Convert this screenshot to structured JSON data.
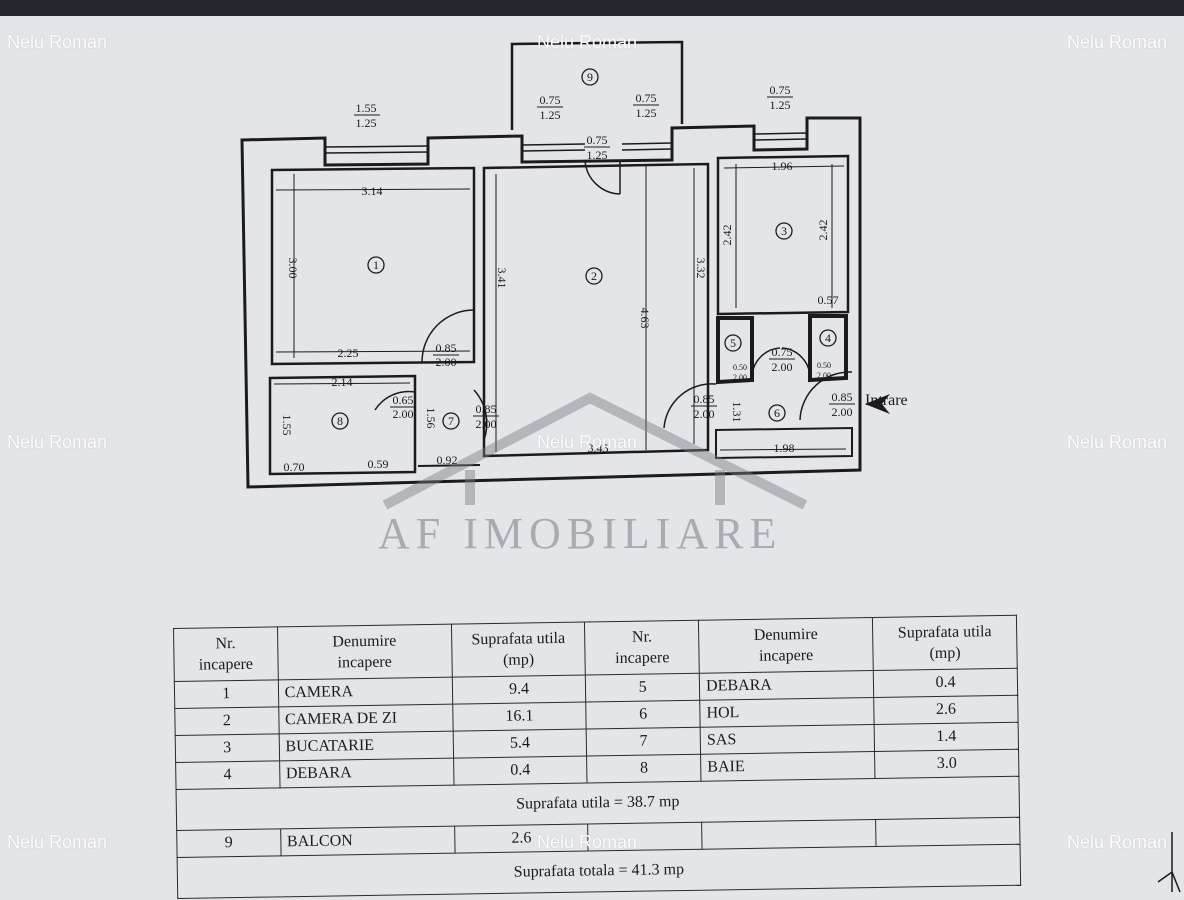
{
  "watermarks": [
    "Nelu Roman",
    "Nelu Roman",
    "Nelu Roman",
    "Nelu Roman",
    "Nelu Roman",
    "Nelu Roman",
    "Nelu Roman",
    "Nelu Roman",
    "Nelu Roman"
  ],
  "brand": "AF IMOBILIARE",
  "plan": {
    "entry_label": "Intrare",
    "room_numbers": [
      "1",
      "2",
      "3",
      "4",
      "5",
      "6",
      "7",
      "8",
      "9"
    ],
    "dims": [
      "1.55",
      "1.25",
      "0.75",
      "1.25",
      "0.75",
      "1.25",
      "0.75",
      "1.25",
      "0.75",
      "1.25",
      "3.14",
      "3.00",
      "2.25",
      "3.41",
      "4.63",
      "3.32",
      "2.42",
      "2.42",
      "1.96",
      "0.57",
      "0.85",
      "2.00",
      "0.65",
      "2.00",
      "1.56",
      "0.85",
      "2.00",
      "0.85",
      "2.00",
      "0.75",
      "2.00",
      "0.50",
      "2.00",
      "0.50",
      "2.00",
      "0.85",
      "2.00",
      "2.14",
      "1.55",
      "0.70",
      "0.59",
      "0.92",
      "3.45",
      "1.31",
      "1.98"
    ]
  },
  "table": {
    "headers": {
      "nr_1": "Nr.",
      "nr_2": "incapere",
      "den_1": "Denumire",
      "den_2": "incapere",
      "sup_1": "Suprafata utila",
      "sup_2": "(mp)"
    },
    "rows": [
      {
        "nr_a": "1",
        "name_a": "CAMERA",
        "area_a": "9.4",
        "nr_b": "5",
        "name_b": "DEBARA",
        "area_b": "0.4"
      },
      {
        "nr_a": "2",
        "name_a": "CAMERA DE ZI",
        "area_a": "16.1",
        "nr_b": "6",
        "name_b": "HOL",
        "area_b": "2.6"
      },
      {
        "nr_a": "3",
        "name_a": "BUCATARIE",
        "area_a": "5.4",
        "nr_b": "7",
        "name_b": "SAS",
        "area_b": "1.4"
      },
      {
        "nr_a": "4",
        "name_a": "DEBARA",
        "area_a": "0.4",
        "nr_b": "8",
        "name_b": "BAIE",
        "area_b": "3.0"
      }
    ],
    "useful_total": "Suprafata utila = 38.7 mp",
    "balcony": {
      "nr": "9",
      "name": "BALCON",
      "area": "2.6"
    },
    "grand_total": "Suprafata totala = 41.3 mp"
  },
  "colors": {
    "background": "#e3e5e8",
    "ink": "#1b1b1b",
    "topbar": "#24262b"
  }
}
